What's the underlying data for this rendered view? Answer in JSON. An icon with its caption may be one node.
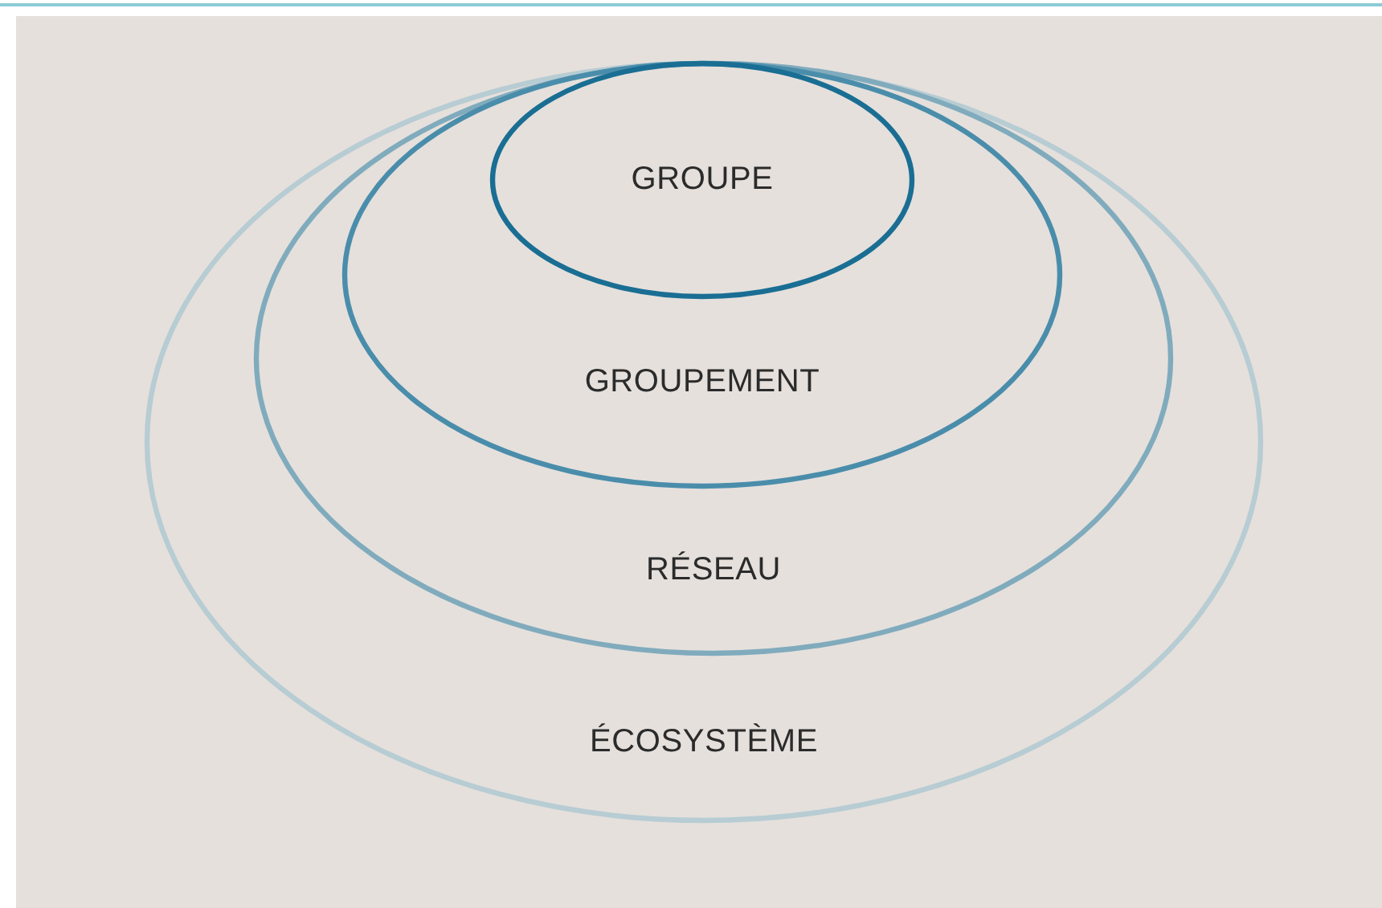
{
  "diagram": {
    "nodes": [
      {
        "text": [
          "ÉCOSYSTÈME"
        ]
      },
      {
        "text": [
          "RÉSEAU"
        ],
        "in": 0
      },
      {
        "text": [
          "GROUPEMENT"
        ],
        "in": 1
      },
      {
        "text": [
          "GROUPE"
        ],
        "in": 2
      }
    ]
  }
}
